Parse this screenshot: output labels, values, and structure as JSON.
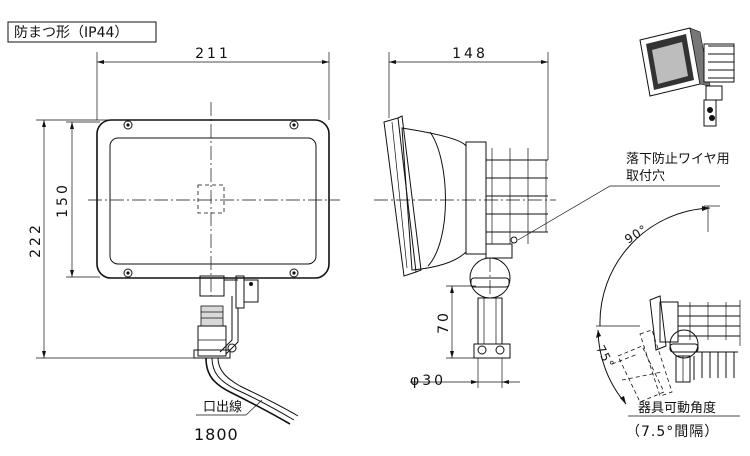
{
  "title_box": {
    "label": "防まつ形（IP44）"
  },
  "front_view": {
    "width_dim": "211",
    "height_dim": "222",
    "inner_height_dim": "150",
    "cable_label": "口出線",
    "cable_length": "1800"
  },
  "side_view": {
    "depth_dim": "148",
    "stem_height_dim": "70",
    "diameter_dim": "φ30"
  },
  "angle_view": {
    "wire_hole_label_line1": "落下防止ワイヤ用",
    "wire_hole_label_line2": "取付穴",
    "angle_90": "90°",
    "angle_75": "75°",
    "movable_angle_label": "器具可動角度",
    "movable_angle_note": "（7.5°間隔）"
  }
}
